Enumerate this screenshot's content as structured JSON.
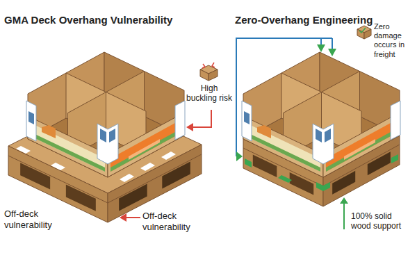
{
  "diagram": {
    "labels": [
      "GMA Deck Overhang Vulnerability",
      "High buckling risk",
      "Off-deck vulnerability",
      "Off-deck vulnerability",
      "Zero-Overhang Engineering",
      "Zero damage occurs in freight",
      "100% solid wood support"
    ]
  }
}
